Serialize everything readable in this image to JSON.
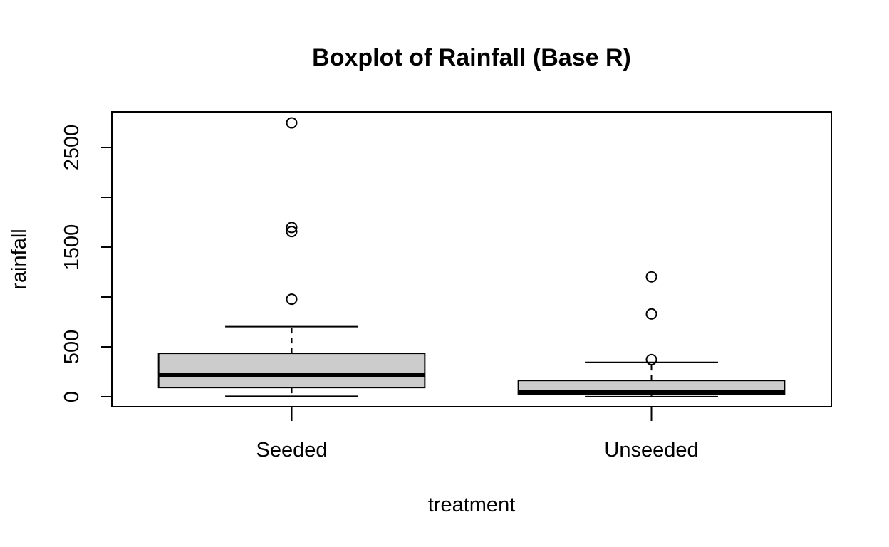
{
  "chart_data": {
    "type": "boxplot",
    "title": "Boxplot of Rainfall (Base R)",
    "xlabel": "treatment",
    "ylabel": "rainfall",
    "ylim": [
      -100,
      2900
    ],
    "yticks": [
      0,
      500,
      1500,
      2500
    ],
    "yticks_minor": [
      1000,
      2000
    ],
    "categories": [
      "Seeded",
      "Unseeded"
    ],
    "grid": false,
    "legend": "none",
    "colors": {
      "box_fill": "#cccccc",
      "stroke": "#000000",
      "background": "#ffffff"
    },
    "boxes": [
      {
        "category": "Seeded",
        "whisker_low": 4.1,
        "q1": 92,
        "median": 221,
        "q3": 435,
        "whisker_high": 703,
        "outliers": [
          978,
          1656,
          1697,
          2746
        ]
      },
      {
        "category": "Unseeded",
        "whisker_low": 1,
        "q1": 25,
        "median": 45,
        "q3": 163,
        "whisker_high": 345,
        "outliers": [
          372,
          830,
          1202
        ]
      }
    ]
  }
}
